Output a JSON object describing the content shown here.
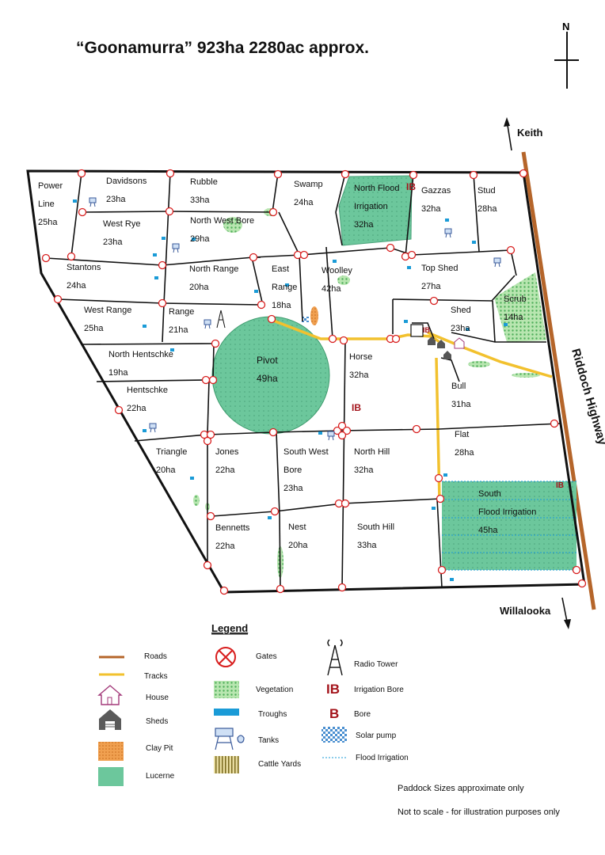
{
  "title": "“Goonamurra” 923ha 2280ac approx.",
  "compass": {
    "north": "N"
  },
  "roads": {
    "keith": "Keith",
    "willalooka": "Willalooka",
    "highway": "Riddoch Highway"
  },
  "paddocks": [
    {
      "name": "Power",
      "name2": "Line",
      "area": "25ha"
    },
    {
      "name": "Davidsons",
      "area": "23ha"
    },
    {
      "name": "West Rye",
      "area": "23ha"
    },
    {
      "name": "Rubble",
      "area": "33ha"
    },
    {
      "name": "North West Bore",
      "area": "29ha"
    },
    {
      "name": "Swamp",
      "area": "24ha"
    },
    {
      "name": "North Flood",
      "name2": "Irrigation",
      "area": "32ha"
    },
    {
      "name": "Gazzas",
      "area": "32ha"
    },
    {
      "name": "Stud",
      "area": "28ha"
    },
    {
      "name": "Stantons",
      "area": "24ha"
    },
    {
      "name": "North Range",
      "area": "20ha"
    },
    {
      "name": "East",
      "name2": "Range",
      "area": "18ha"
    },
    {
      "name": "Woolley",
      "area": "42ha"
    },
    {
      "name": "Top Shed",
      "area": "27ha"
    },
    {
      "name": "Scrub",
      "area": "14ha"
    },
    {
      "name": "West Range",
      "area": "25ha"
    },
    {
      "name": "Range",
      "area": "21ha"
    },
    {
      "name": "Shed",
      "area": "23ha"
    },
    {
      "name": "North Hentschke",
      "area": "19ha"
    },
    {
      "name": "Pivot",
      "area": "49ha"
    },
    {
      "name": "Horse",
      "area": "32ha"
    },
    {
      "name": "Hentschke",
      "area": "22ha"
    },
    {
      "name": "Bull",
      "area": "31ha"
    },
    {
      "name": "Flat",
      "area": "28ha"
    },
    {
      "name": "Triangle",
      "area": "20ha"
    },
    {
      "name": "Jones",
      "area": "22ha"
    },
    {
      "name": "South West",
      "name2": "Bore",
      "area": "23ha"
    },
    {
      "name": "North Hill",
      "area": "32ha"
    },
    {
      "name": "South",
      "name2": "Flood Irrigation",
      "area": "45ha"
    },
    {
      "name": "Bennetts",
      "area": "22ha"
    },
    {
      "name": "Nest",
      "area": "20ha"
    },
    {
      "name": "South Hill",
      "area": "33ha"
    }
  ],
  "map_marks": {
    "irrigation_bore": "IB",
    "bore": "B"
  },
  "legend": {
    "title": "Legend",
    "roads": "Roads",
    "tracks": "Tracks",
    "house": "House",
    "sheds": "Sheds",
    "clay_pit": "Clay Pit",
    "lucerne": "Lucerne",
    "gates": "Gates",
    "vegetation": "Vegetation",
    "troughs": "Troughs",
    "tanks": "Tanks",
    "cattle_yards": "Cattle Yards",
    "radio_tower": "Radio Tower",
    "irrigation_bore": "Irrigation Bore",
    "bore": "Bore",
    "solar_pump": "Solar pump",
    "flood_irrigation": "Flood Irrigation"
  },
  "notes": {
    "sizes": "Paddock Sizes approximate only",
    "scale": "Not to scale - for illustration purposes only"
  },
  "colors": {
    "road": "#b5652a",
    "track": "#f2c12e",
    "gate": "#d81e1e",
    "lucerne": "#6cc79c",
    "vegetation": "#8fd48a",
    "trough": "#1a9bd7",
    "clay_pit": "#f0a050"
  }
}
